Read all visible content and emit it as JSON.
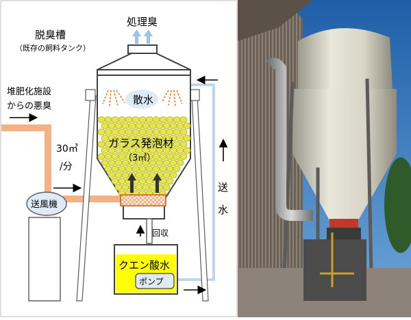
{
  "diagram": {
    "labels": {
      "treated_odor": "処理臭",
      "tank_title": "脱臭槽",
      "tank_subtitle": "（既存の飼料タンク）",
      "odor_source_line1": "堆肥化施設",
      "odor_source_line2": "からの悪臭",
      "flow_value": "30㎥",
      "flow_unit": "/分",
      "blower": "送風機",
      "spray": "散水",
      "media_line1": "ガラス発泡材",
      "media_line2": "（3㎥）",
      "recovery": "回収",
      "citric_tank": "クエン酸水",
      "pump": "ポンプ",
      "water_feed_1": "送",
      "water_feed_2": "水"
    },
    "colors": {
      "air_pipe": "#F4B183",
      "water_pipe": "#BDD7EE",
      "media_ball": "#E6E64C",
      "citric_water": "#FFFF00",
      "blower_fill": "#DEEBF7",
      "spray": "#ED7D31",
      "arrow_up": "#9DC3E6",
      "outline": "#404040"
    }
  },
  "photo": {
    "subject": "deodorization-tank-photo"
  }
}
